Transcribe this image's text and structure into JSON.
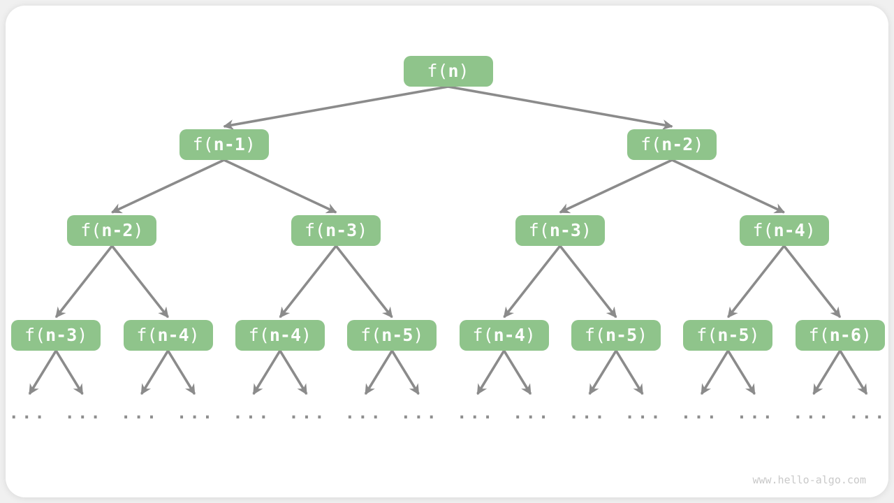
{
  "diagram": {
    "type": "recursion-tree",
    "tree": {
      "levels": [
        [
          "f(n)"
        ],
        [
          "f(n-1)",
          "f(n-2)"
        ],
        [
          "f(n-2)",
          "f(n-3)",
          "f(n-3)",
          "f(n-4)"
        ],
        [
          "f(n-3)",
          "f(n-4)",
          "f(n-4)",
          "f(n-5)",
          "f(n-4)",
          "f(n-5)",
          "f(n-5)",
          "f(n-6)"
        ]
      ],
      "leaf_label": "...",
      "leaves_per_bottom_node": 2
    }
  },
  "watermark": "www.hello-algo.com",
  "colors": {
    "page_bg": "#f0f0f0",
    "card_bg": "#ffffff",
    "node_fill": "#8fc48b",
    "node_text": "#ffffff",
    "edge": "#8b8b8b",
    "ellipsis": "#8f8f8f",
    "watermark": "#c9c9c9"
  }
}
